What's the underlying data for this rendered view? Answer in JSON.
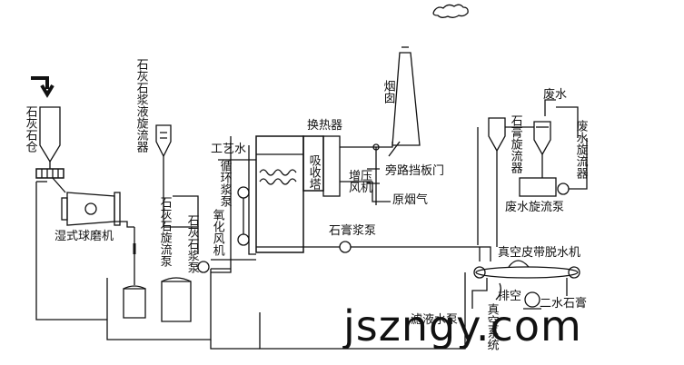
{
  "labels": {
    "limestone_silo": "石灰石仓",
    "slurry_cyclone": "石灰石浆液旋流器",
    "wet_ball_mill": "湿式球磨机",
    "limestone_cyclone_pump": "石灰石旋流泵",
    "limestone_slurry_pump": "石灰石浆泵",
    "oxidation_fan": "氧化风机",
    "process_water": "工艺水",
    "circulating_pump": "循环浆泵",
    "heat_exchanger": "换热器",
    "absorber": "吸收塔",
    "booster_fan": "增压风机",
    "bypass_damper": "旁路挡板门",
    "flue_gas": "原烟气",
    "chimney": "烟囱",
    "gypsum_pump": "石膏浆泵",
    "gypsum_cyclone": "石膏旋流器",
    "waste_water": "废水",
    "waste_water_cyclone": "废水旋流器",
    "waste_water_cyclone_pump": "废水旋流泵",
    "vacuum_belt": "真空皮带脱水机",
    "vent": "排空",
    "vacuum_system": "真空系统",
    "filtrate_pump": "滤液水泵",
    "gypsum_product": "二水石膏"
  },
  "watermark": "jszngy.com"
}
